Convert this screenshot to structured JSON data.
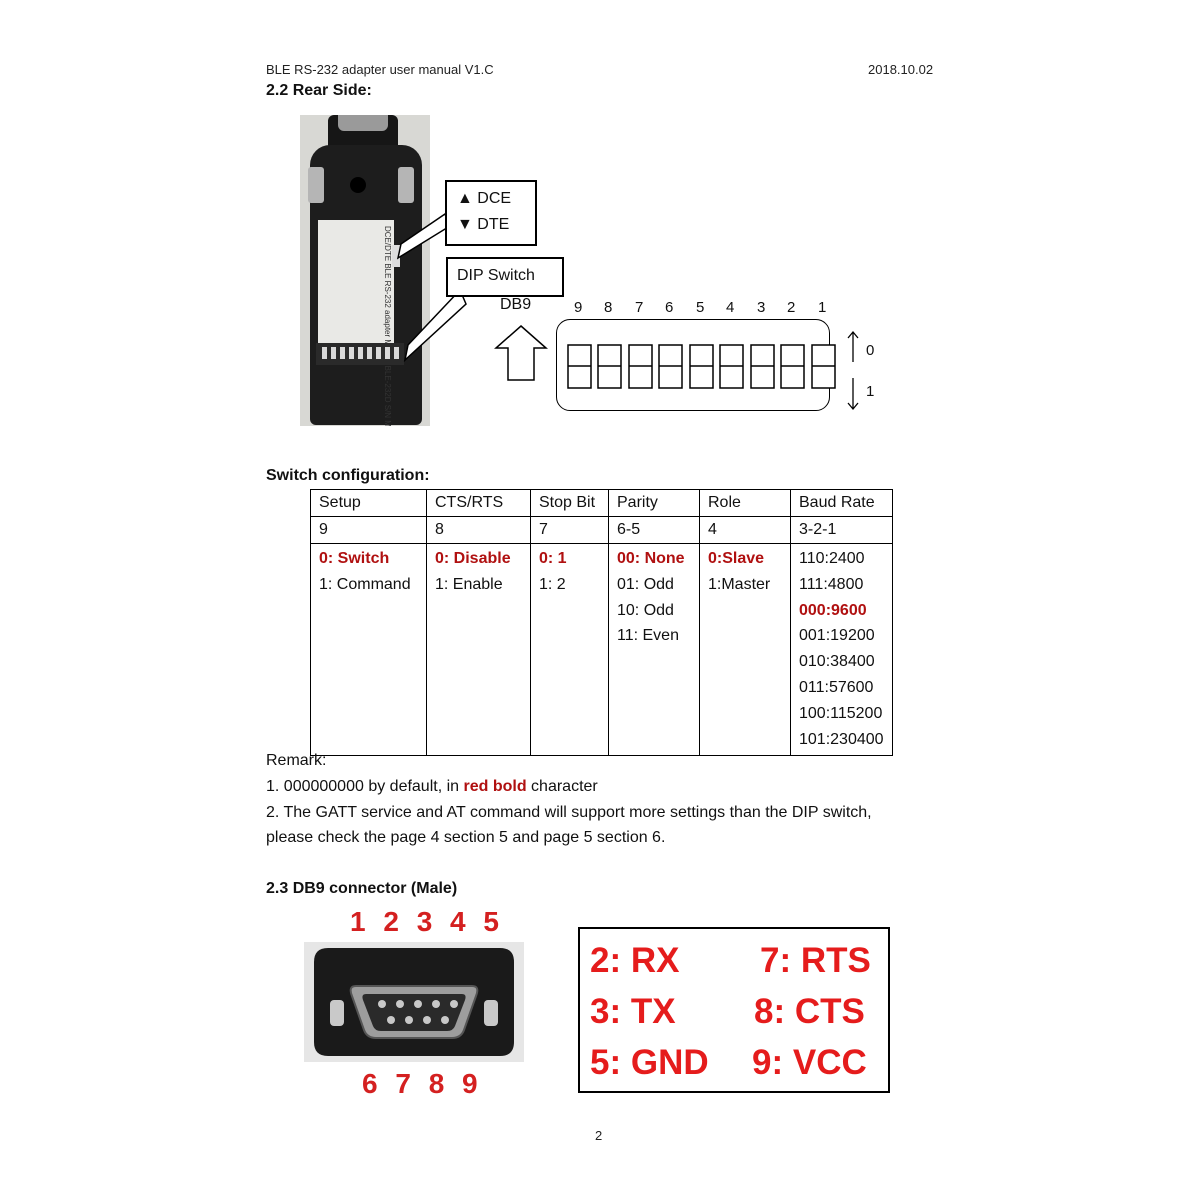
{
  "header": {
    "title": "BLE RS-232 adapter user manual V1.C",
    "date": "2018.10.02"
  },
  "rear": {
    "heading": "2.2 Rear Side:",
    "dce_label": "DCE",
    "dte_label": "DTE",
    "dip_label": "DIP Switch",
    "db9_label": "DB9",
    "positions": [
      "9",
      "8",
      "7",
      "6",
      "5",
      "4",
      "3",
      "2",
      "1"
    ],
    "state_0": "0",
    "state_1": "1",
    "photo_label_text": "DCE/DTE  BLE RS-232 adapter  Model: BLE-232D  S/N  Made in Taiwan"
  },
  "config": {
    "heading": "Switch configuration:",
    "headers": [
      "Setup",
      "CTS/RTS",
      "Stop Bit",
      "Parity",
      "Role",
      "Baud Rate"
    ],
    "bits": [
      "9",
      "8",
      "7",
      "6-5",
      "4",
      "3-2-1"
    ],
    "columns": [
      {
        "default": "0: Switch",
        "others": [
          "1: Command"
        ]
      },
      {
        "default": "0: Disable",
        "others": [
          "1: Enable"
        ]
      },
      {
        "default": "0: 1",
        "others": [
          "1: 2"
        ]
      },
      {
        "default": "00: None",
        "others": [
          "01: Odd",
          "10: Odd",
          "11: Even"
        ]
      },
      {
        "default": "0:Slave",
        "others": [
          "1:Master"
        ]
      },
      {
        "baud": [
          "110:2400",
          "111:4800",
          "000:9600",
          "001:19200",
          "010:38400",
          "011:57600",
          "100:115200",
          "101:230400"
        ]
      }
    ],
    "remark_title": "Remark:",
    "remark1_prefix": "1. 000000000 by default, in ",
    "remark1_bold": "red bold",
    "remark1_suffix": " character",
    "remark2_line1": "2. The GATT service and AT command will support more settings than the DIP switch,",
    "remark2_line2": "please check the page 4 section 5 and page 5 section 6."
  },
  "db9": {
    "heading": "2.3 DB9 connector (Male)",
    "top_pins": "1 2 3 4 5",
    "bottom_pins": "6 7 8 9",
    "pins": [
      {
        "left": "2: RX",
        "right": "7: RTS"
      },
      {
        "left": "3: TX",
        "right": "8: CTS"
      },
      {
        "left": "5: GND",
        "right": "9: VCC"
      }
    ]
  },
  "footer": {
    "page_number": "2"
  },
  "colors": {
    "default_red": "#b01010",
    "pin_red": "#e51c1c"
  }
}
